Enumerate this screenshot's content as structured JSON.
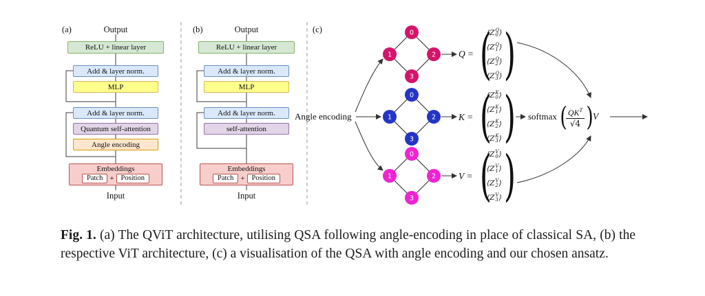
{
  "figure": {
    "panel_a": {
      "label": "(a)",
      "output_label": "Output",
      "input_label": "Input",
      "boxes": {
        "relu": "ReLU + linear layer",
        "norm_top": "Add & layer norm.",
        "mlp": "MLP",
        "norm_bottom": "Add & layer norm.",
        "attention": "Quantum self-attention",
        "angle": "Angle encoding",
        "embeddings": "Embeddings",
        "patch": "Patch",
        "plus": "+",
        "position": "Position"
      }
    },
    "panel_b": {
      "label": "(b)",
      "output_label": "Output",
      "input_label": "Input",
      "boxes": {
        "relu": "ReLU + linear layer",
        "norm_top": "Add & layer norm.",
        "mlp": "MLP",
        "norm_bottom": "Add & layer norm.",
        "attention": "self-attention",
        "embeddings": "Embeddings",
        "patch": "Patch",
        "plus": "+",
        "position": "Position"
      }
    },
    "panel_c": {
      "label": "(c)",
      "angle_encoding_label": "Angle encoding",
      "node_labels": [
        "0",
        "1",
        "2",
        "3"
      ],
      "colors": {
        "q_node": "#d4146a",
        "k_node": "#2435c6",
        "v_node": "#ee24d2"
      },
      "paren_open": "(",
      "paren_close": ")",
      "vectors": {
        "Q": {
          "letter": "Q",
          "equals": "=",
          "entries": [
            {
              "pre": "⟨Z",
              "sup": "Q",
              "sub": "0",
              "post": "⟩"
            },
            {
              "pre": "⟨Z",
              "sup": "Q",
              "sub": "1",
              "post": "⟩"
            },
            {
              "pre": "⟨Z",
              "sup": "Q",
              "sub": "2",
              "post": "⟩"
            },
            {
              "pre": "⟨Z",
              "sup": "Q",
              "sub": "3",
              "post": "⟩"
            }
          ]
        },
        "K": {
          "letter": "K",
          "equals": "=",
          "entries": [
            {
              "pre": "⟨Z",
              "sup": "K",
              "sub": "0",
              "post": "⟩"
            },
            {
              "pre": "⟨Z",
              "sup": "K",
              "sub": "1",
              "post": "⟩"
            },
            {
              "pre": "⟨Z",
              "sup": "K",
              "sub": "2",
              "post": "⟩"
            },
            {
              "pre": "⟨Z",
              "sup": "K",
              "sub": "3",
              "post": "⟩"
            }
          ]
        },
        "V": {
          "letter": "V",
          "equals": "=",
          "entries": [
            {
              "pre": "⟨Z",
              "sup": "V",
              "sub": "0",
              "post": "⟩"
            },
            {
              "pre": "⟨Z",
              "sup": "V",
              "sub": "1",
              "post": "⟩"
            },
            {
              "pre": "⟨Z",
              "sup": "V",
              "sub": "2",
              "post": "⟩"
            },
            {
              "pre": "⟨Z",
              "sup": "V",
              "sub": "3",
              "post": "⟩"
            }
          ]
        }
      },
      "softmax": {
        "word": "softmax",
        "num_base": "QK",
        "num_sup": "T",
        "den": "√4",
        "after": "V"
      }
    }
  },
  "caption": {
    "label": "Fig. 1.",
    "text": " (a) The QViT architecture, utilising QSA following angle-encoding in place of classical SA, (b) the respective ViT architecture, (c) a visualisation of the QSA with angle encoding and our chosen ansatz."
  }
}
